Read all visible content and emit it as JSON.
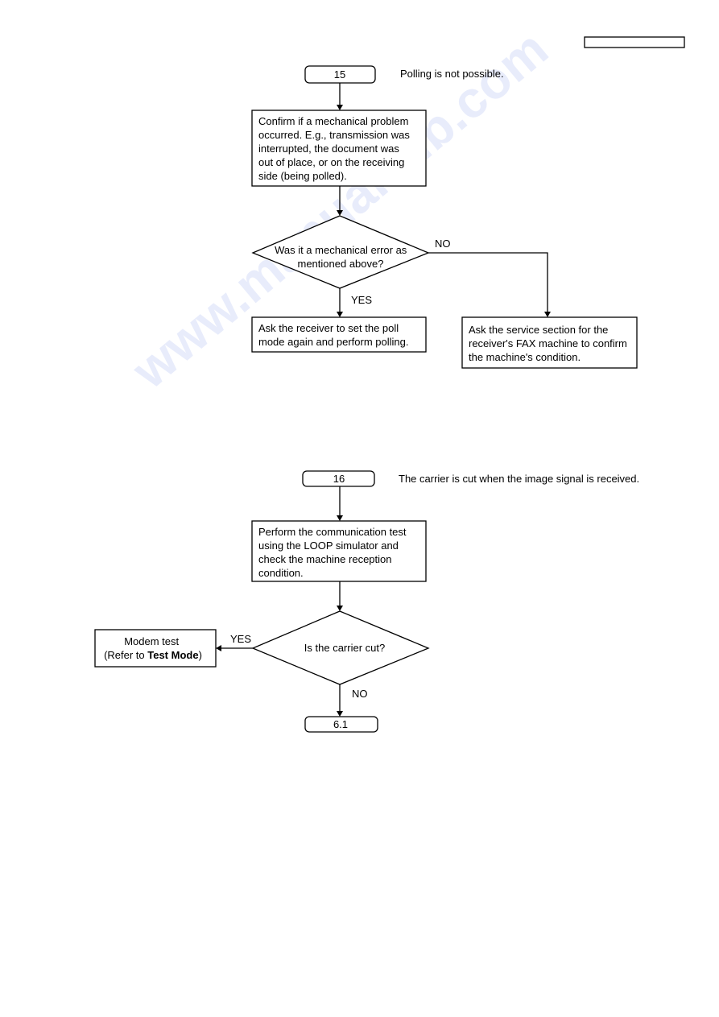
{
  "header_box": "",
  "watermark": "www.manualslib.com",
  "flow15": {
    "connector": "15",
    "title": "Polling is not possible.",
    "step1": [
      "Confirm if a mechanical problem",
      "occurred. E.g., transmission was",
      "interrupted, the document was",
      "out of place, or on the receiving",
      "side (being polled)."
    ],
    "decision": [
      "Was it a mechanical error as",
      "mentioned above?"
    ],
    "no_label": "NO",
    "yes_label": "YES",
    "yes_action": [
      "Ask the receiver to set the poll",
      "mode again and perform polling."
    ],
    "no_action": [
      "Ask the service section for the",
      "receiver's FAX machine to confirm",
      "the machine's condition."
    ]
  },
  "flow16": {
    "connector": "16",
    "title": "The carrier is cut when the image signal is received.",
    "step1": [
      "Perform the communication test",
      "using the LOOP simulator and",
      "check the machine reception",
      "condition."
    ],
    "decision": "Is the carrier cut?",
    "yes_label": "YES",
    "no_label": "NO",
    "yes_action": {
      "line1": "Modem test",
      "line2_prefix": "(Refer to ",
      "line2_bold": "Test Mode",
      "line2_suffix": ")"
    },
    "end_connector": "6.1"
  }
}
